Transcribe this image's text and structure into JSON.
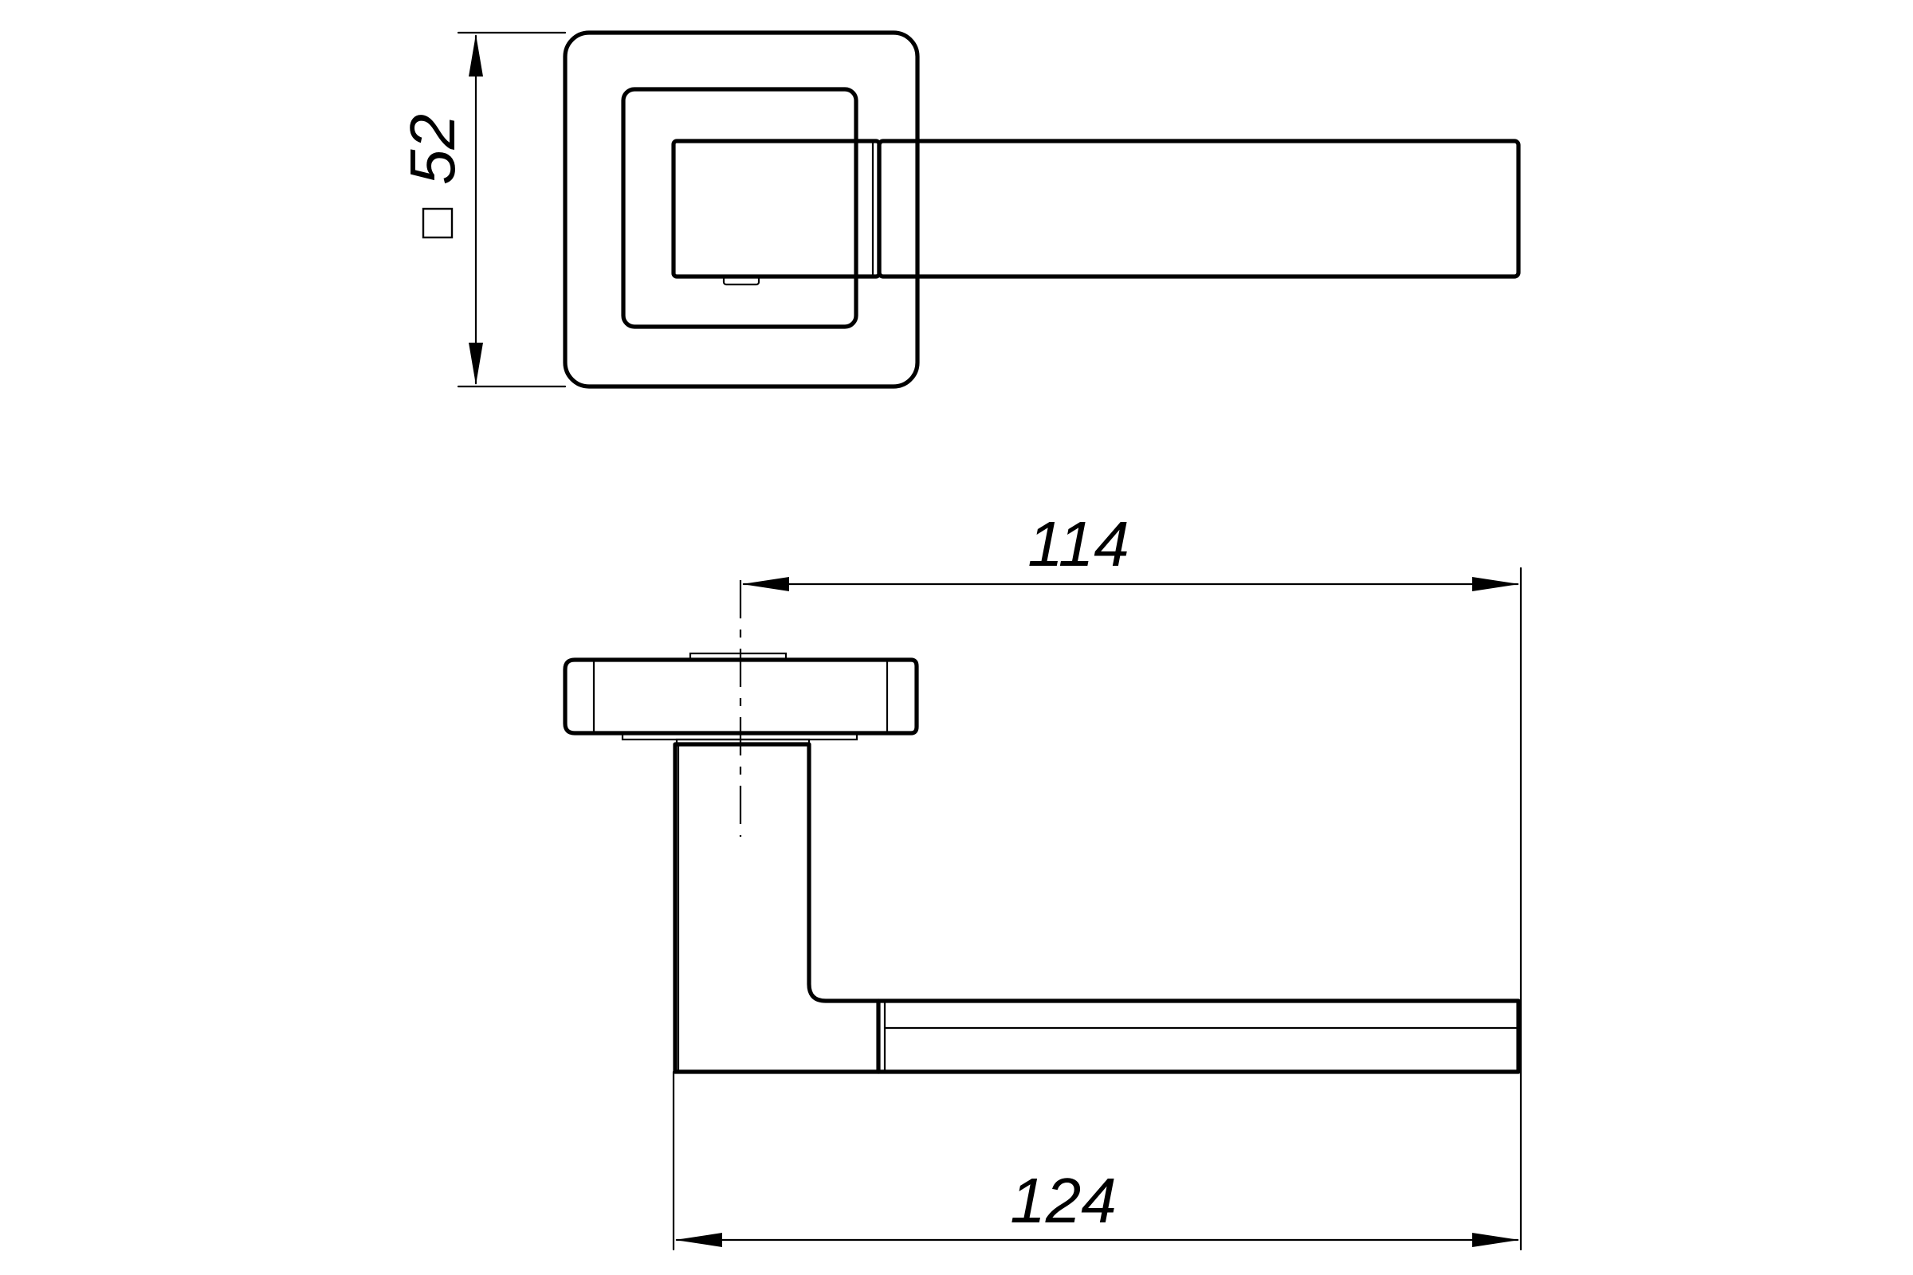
{
  "dimensions": {
    "rose_size": "52",
    "rose_size_symbol": "square",
    "handle_reach": "114",
    "overall_length": "124"
  },
  "colors": {
    "line": "#000000",
    "background": "#ffffff"
  }
}
